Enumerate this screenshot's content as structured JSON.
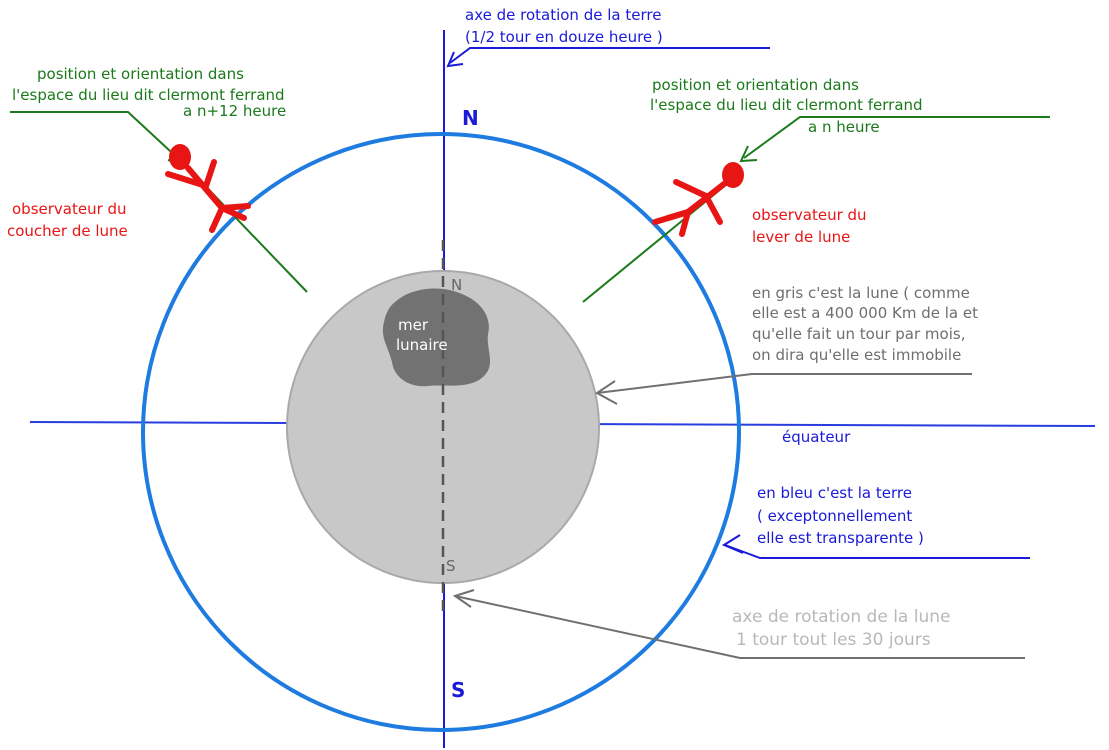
{
  "labels": {
    "earth_axis": [
      "axe de rotation de la terre",
      "(1/2 tour en douze heure )"
    ],
    "north": "N",
    "south": "S",
    "position_left": [
      "position et orientation dans",
      "l'espace du lieu dit clermont ferrand",
      "a n+12 heure"
    ],
    "position_right": [
      "position et orientation dans",
      "l'espace du lieu dit clermont ferrand",
      "a n heure"
    ],
    "observer_left": [
      "observateur du",
      "coucher de lune"
    ],
    "observer_right": [
      "observateur du",
      "lever de lune"
    ],
    "moon_note": [
      "en gris c'est la lune ( comme",
      "elle est a 400 000 Km de la et",
      "qu'elle fait un tour par mois,",
      "on dira qu'elle est immobile"
    ],
    "equator": "équateur",
    "earth_note": [
      "en bleu c'est la terre",
      "( exceptonnellement",
      "elle est transparente )"
    ],
    "moon_axis": [
      "axe de rotation de la lune",
      "1 tour tout les 30 jours"
    ],
    "sea": [
      "mer",
      "lunaire"
    ],
    "moon_north": "N",
    "moon_south": "S"
  },
  "colors": {
    "earth": "#1e7be0",
    "moon": "#c8c8c8",
    "sea": "#727272",
    "axis": "#1a1ad8",
    "observer": "#e81515",
    "position_lines": "#1b7a1b",
    "annotation": "#6e6e6e"
  }
}
